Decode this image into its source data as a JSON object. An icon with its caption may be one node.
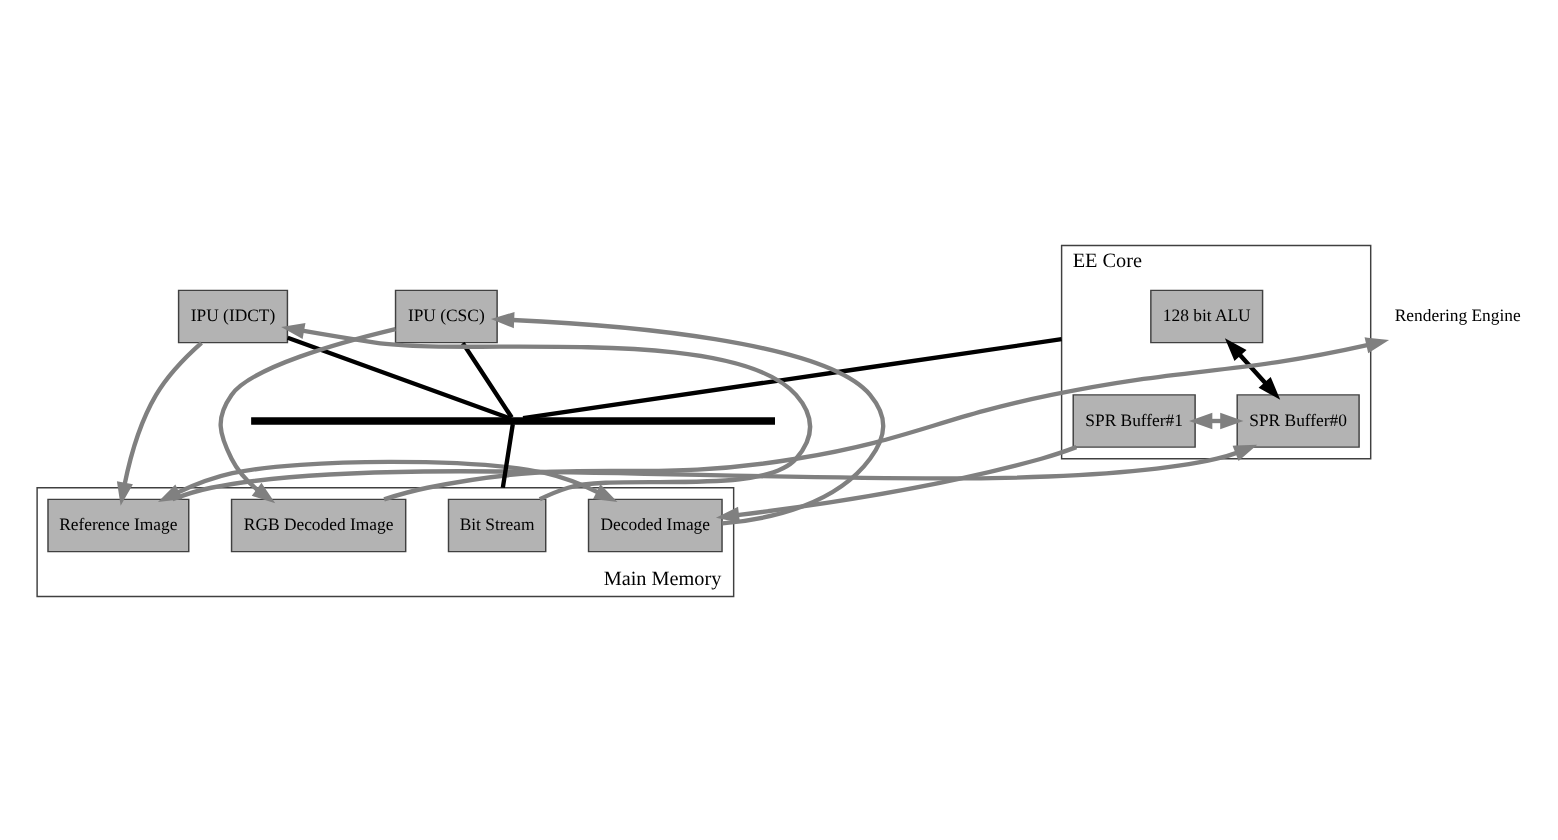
{
  "diagram": {
    "nodes": [
      {
        "text": [
          "EE Core"
        ]
      },
      {
        "text": [
          "128 bit ALU"
        ],
        "in": 0
      },
      {
        "text": [
          "SPR Buffer#0"
        ],
        "in": 0
      },
      {
        "text": [
          "SPR Buffer#1"
        ],
        "in": 0
      },
      {
        "text": [
          "IPU (IDCT)"
        ]
      },
      {
        "text": [
          "IPU (CSC)"
        ]
      },
      {
        "text": [
          "Rendering Engine"
        ]
      },
      {
        "text": [
          "Main Memory"
        ]
      },
      {
        "text": [
          "Bit Stream"
        ],
        "in": 7
      },
      {
        "text": [
          "Reference Image"
        ],
        "in": 7
      },
      {
        "text": [
          "Decoded Image"
        ],
        "in": 7
      },
      {
        "text": [
          "RGB Decoded Image"
        ],
        "in": 7
      },
      {
        "text": [],
        "shape": "bar"
      }
    ],
    "edges": [
      {
        "from": 1,
        "to": 2,
        "arrow": "both",
        "color": "#000000"
      },
      {
        "from": 4,
        "to": 12,
        "arrow": "none",
        "color": "#000000"
      },
      {
        "from": 0,
        "to": 12,
        "arrow": "none",
        "color": "#000000"
      },
      {
        "from": 5,
        "to": 12,
        "arrow": "none",
        "color": "#000000"
      },
      {
        "from": 12,
        "to": 7,
        "arrow": "none",
        "color": "#000000"
      },
      {
        "from": 8,
        "to": 4,
        "arrow": "to"
      },
      {
        "from": 4,
        "to": 9,
        "arrow": "to"
      },
      {
        "from": 9,
        "to": 2,
        "arrow": "to"
      },
      {
        "from": 3,
        "to": 10,
        "arrow": "to"
      },
      {
        "from": 10,
        "to": 5,
        "arrow": "to"
      },
      {
        "from": 5,
        "to": 11,
        "arrow": "to"
      },
      {
        "from": 11,
        "to": 6,
        "arrow": "to"
      },
      {
        "from": 2,
        "to": 3,
        "arrow": "both"
      },
      {
        "from": 9,
        "to": 10,
        "arrow": "both"
      }
    ]
  }
}
